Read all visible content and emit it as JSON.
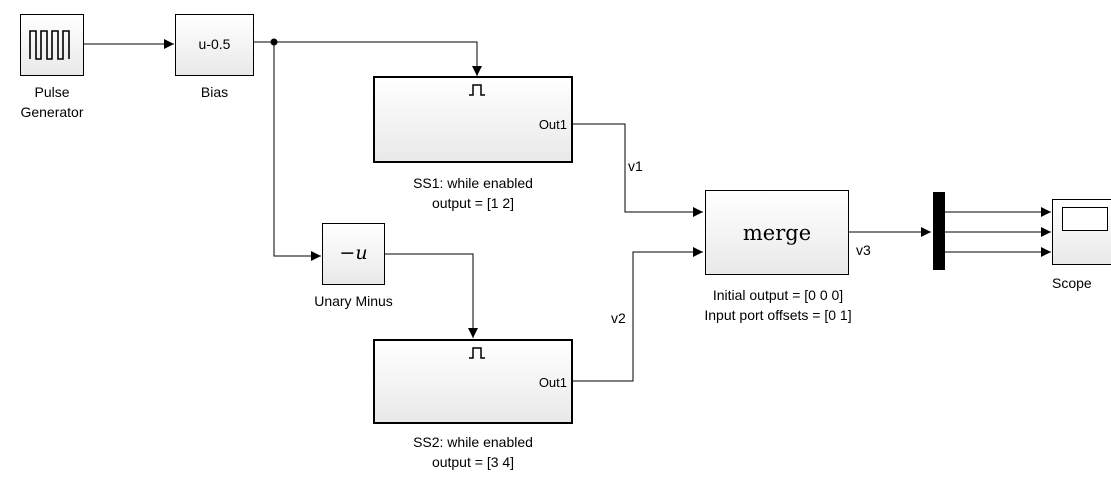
{
  "blocks": {
    "pulse": {
      "name_line1": "Pulse",
      "name_line2": "Generator",
      "icon": "pulse-wave-icon"
    },
    "bias": {
      "content": "u-0.5",
      "name": "Bias"
    },
    "unary_minus": {
      "content": "−u",
      "name": "Unary Minus"
    },
    "ss1": {
      "port": "Out1",
      "caption_line1": "SS1: while enabled",
      "caption_line2": "output = [1 2]",
      "icon": "enable-pulse-icon"
    },
    "ss2": {
      "port": "Out1",
      "caption_line1": "SS2: while enabled",
      "caption_line2": "output = [3 4]",
      "icon": "enable-pulse-icon"
    },
    "merge": {
      "content": "merge",
      "caption_line1": "Initial output = [0 0 0]",
      "caption_line2": "Input port offsets = [0 1]"
    },
    "mux": {
      "icon": "mux-bar-icon"
    },
    "scope": {
      "name": "Scope",
      "icon": "scope-screen-icon"
    }
  },
  "signals": {
    "v1": "v1",
    "v2": "v2",
    "v3": "v3"
  }
}
